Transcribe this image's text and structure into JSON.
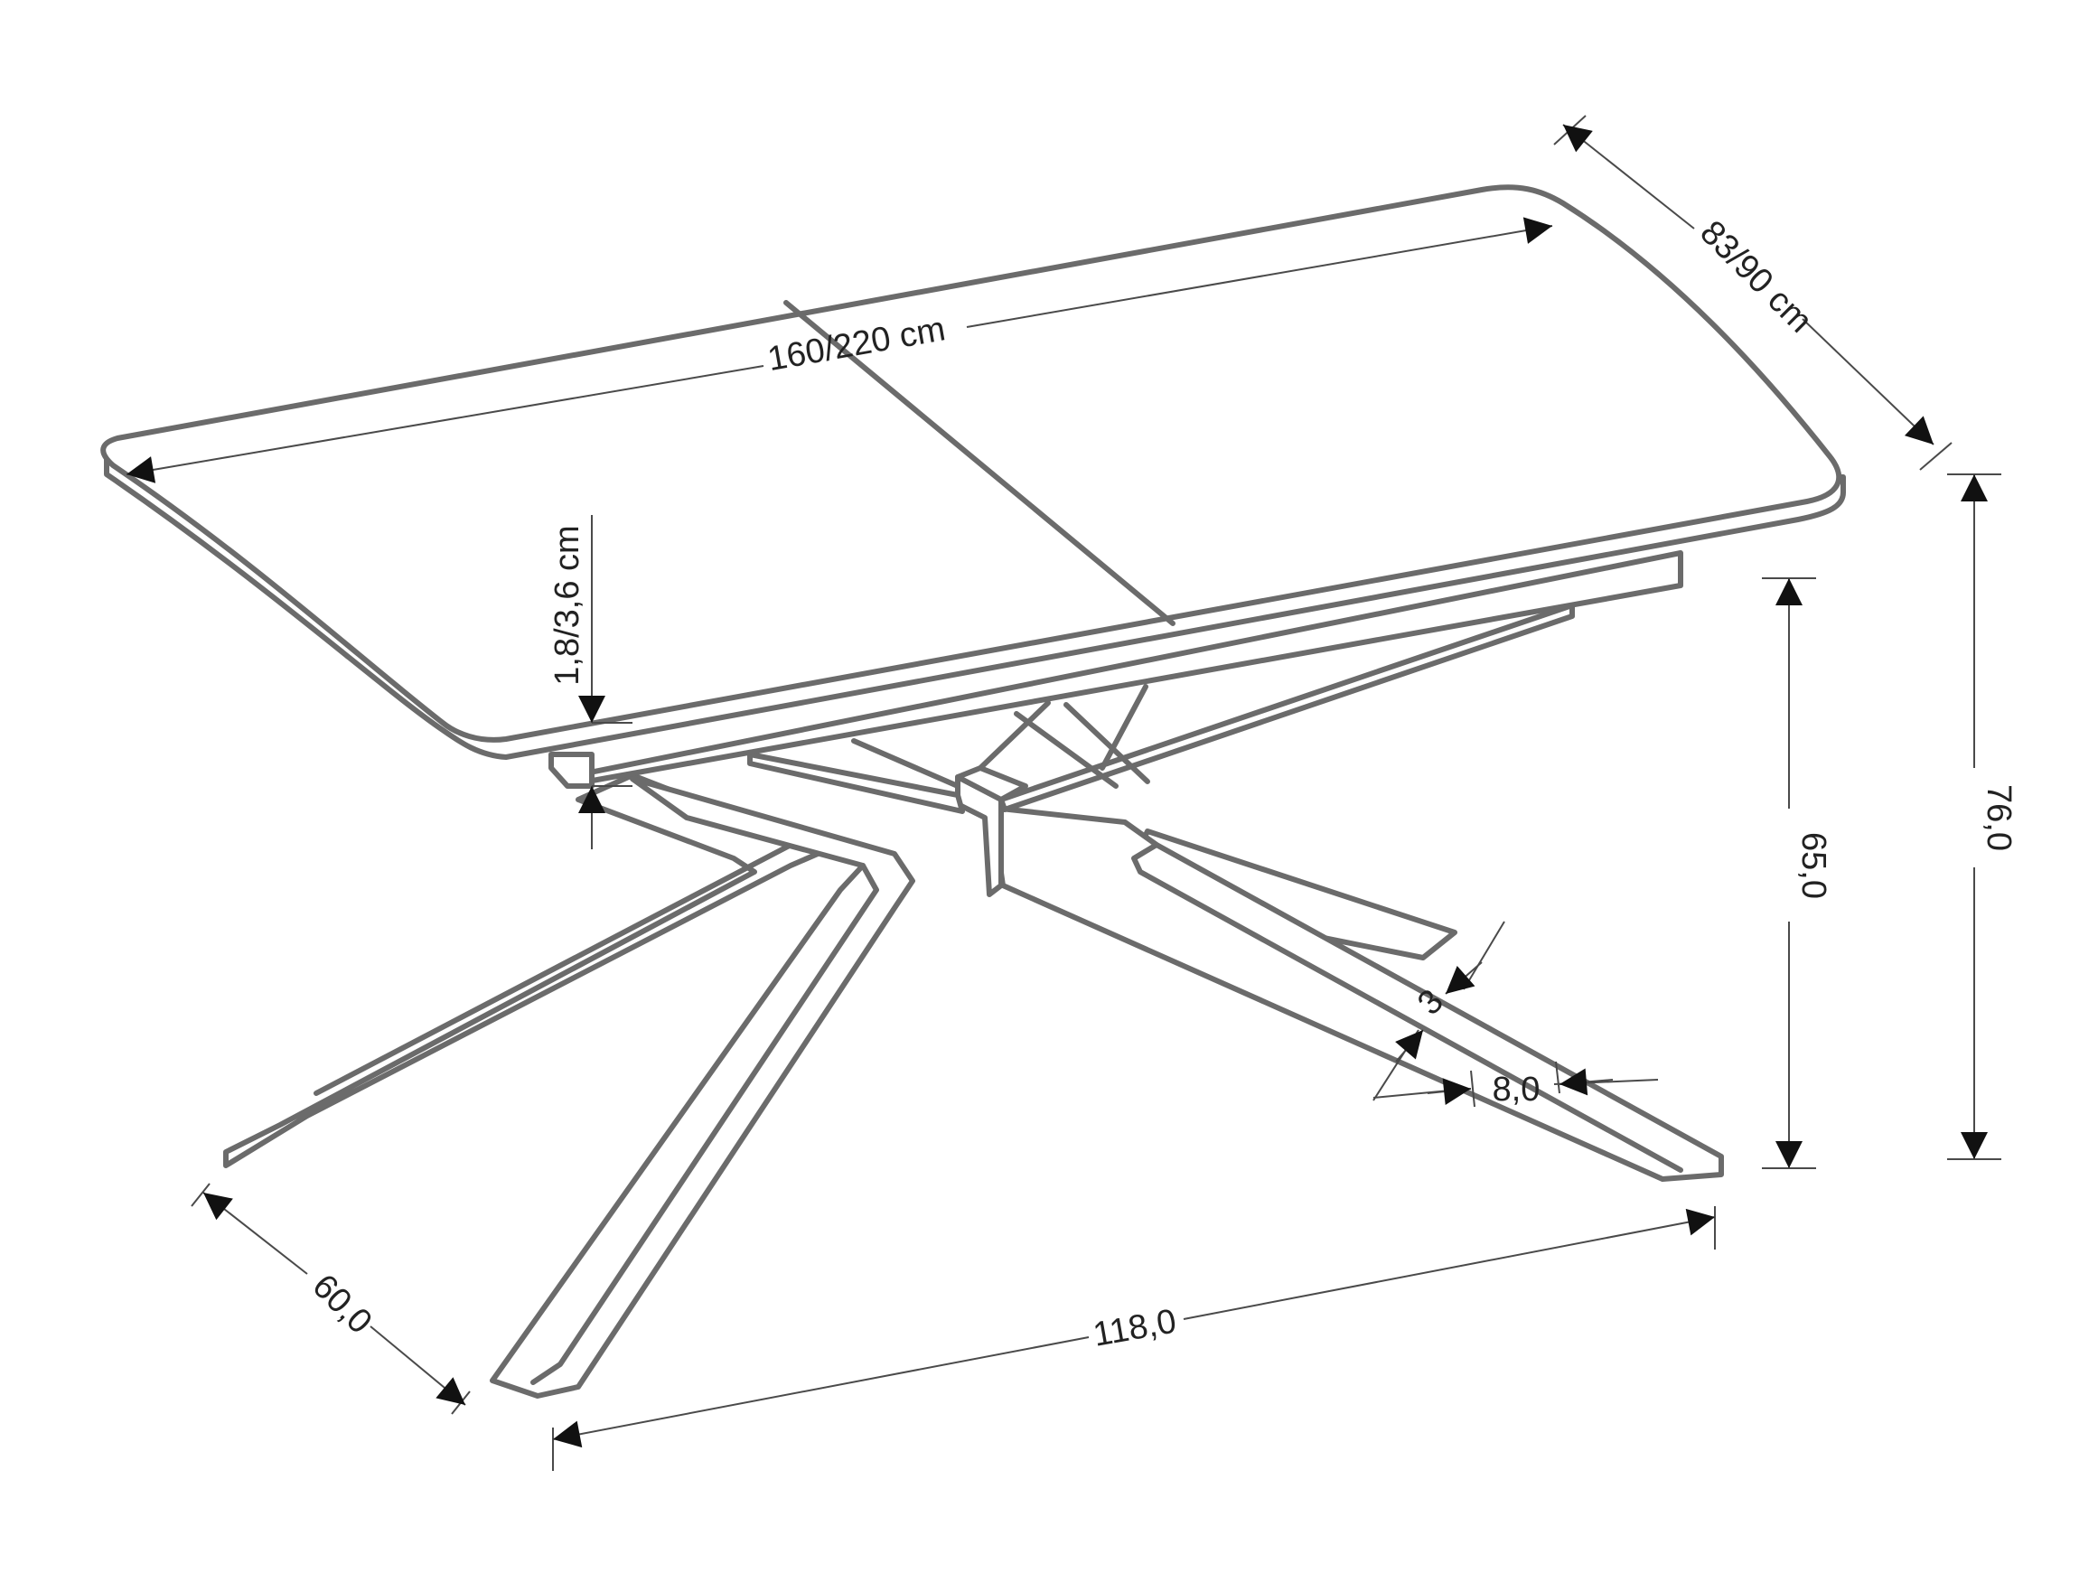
{
  "dimensions": {
    "top_length": "160/220 cm",
    "top_width": "83/90 cm",
    "top_thickness": "1,8/3,6 cm",
    "base_length": "118,0",
    "base_width": "60,0",
    "inner_height": "65,0",
    "total_height": "76,0",
    "leg_width": "8,0",
    "leg_thickness": "3"
  },
  "colors": {
    "line": "#6b6b6b",
    "dimension": "#4a4a4a",
    "arrow": "#111111"
  }
}
